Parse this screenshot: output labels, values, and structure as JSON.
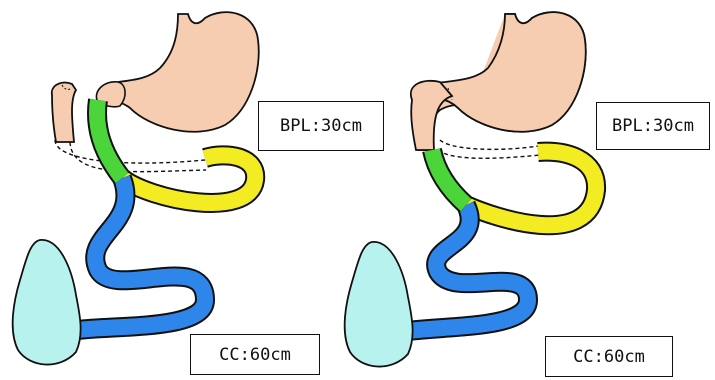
{
  "panels": [
    {
      "bpl_label": "BPL:30cm",
      "cc_label": "CC:60cm"
    },
    {
      "bpl_label": "BPL:30cm",
      "cc_label": "CC:60cm"
    }
  ],
  "colors": {
    "stomach": "#f6cdb0",
    "duodenum": "#f6cdb0",
    "biliopancreatic_limb": "#4bd53a",
    "alimentary_limb": "#f4ec23",
    "common_channel": "#2f86ea",
    "cecum": "#b8f2ee",
    "outline": "#111111"
  }
}
